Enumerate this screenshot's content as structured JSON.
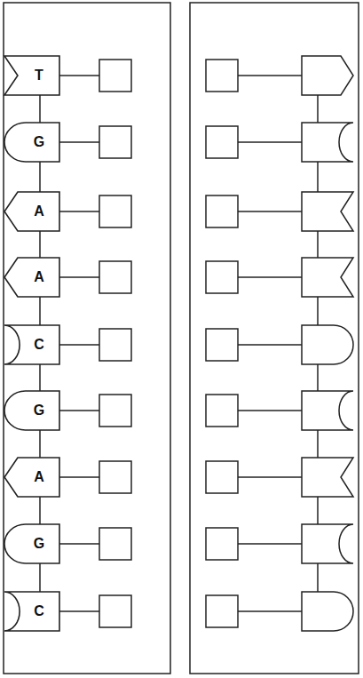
{
  "diagram": {
    "nodes": [
      {
        "text": [
          "T"
        ]
      },
      {
        "text": [
          "G"
        ]
      },
      {
        "text": [
          "A"
        ]
      },
      {
        "text": [
          "A"
        ]
      },
      {
        "text": [
          "C"
        ]
      },
      {
        "text": [
          "G"
        ]
      },
      {
        "text": [
          "A"
        ]
      },
      {
        "text": [
          "G"
        ]
      },
      {
        "text": [
          "C"
        ]
      }
    ]
  }
}
